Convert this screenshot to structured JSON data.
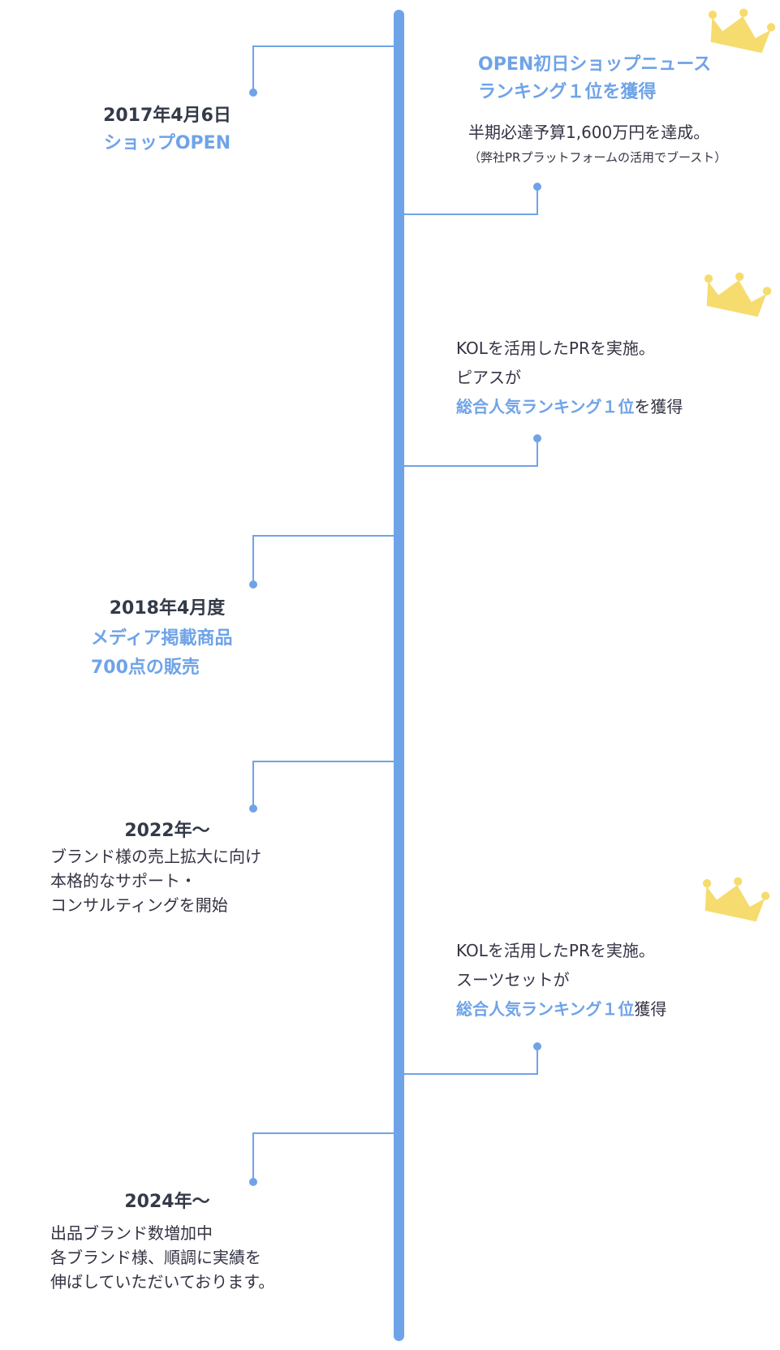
{
  "colors": {
    "line": "#6fa3e8",
    "crown": "#f6dc6e",
    "text": "#333a48",
    "accent": "#6fa3e8"
  },
  "events": [
    {
      "date": "2017年4月6日",
      "title": "ショップOPEN"
    },
    {
      "title_lines": [
        "OPEN初日ショップニュース",
        "ランキング１位を獲得"
      ],
      "body": "半期必達予算1,600万円を達成。",
      "note": "（弊社PRプラットフォームの活用でブースト）",
      "icon": "crown-icon"
    },
    {
      "lines": [
        "KOLを活用したPRを実施。",
        "ピアスが"
      ],
      "highlight": "総合人気ランキング１位",
      "suffix": "を獲得",
      "icon": "crown-icon"
    },
    {
      "date": "2018年4月度",
      "title_lines": [
        "メディア掲載商品",
        "700点の販売"
      ]
    },
    {
      "date": "2022年〜",
      "lines": [
        "ブランド様の売上拡大に向け",
        "本格的なサポート・",
        "コンサルティングを開始"
      ]
    },
    {
      "lines": [
        "KOLを活用したPRを実施。",
        "スーツセットが"
      ],
      "highlight": "総合人気ランキング１位",
      "suffix": "獲得",
      "icon": "crown-icon"
    },
    {
      "date": "2024年〜",
      "lines": [
        "出品ブランド数増加中",
        "各ブランド様、順調に実績を",
        "伸ばしていただいております。"
      ]
    }
  ]
}
